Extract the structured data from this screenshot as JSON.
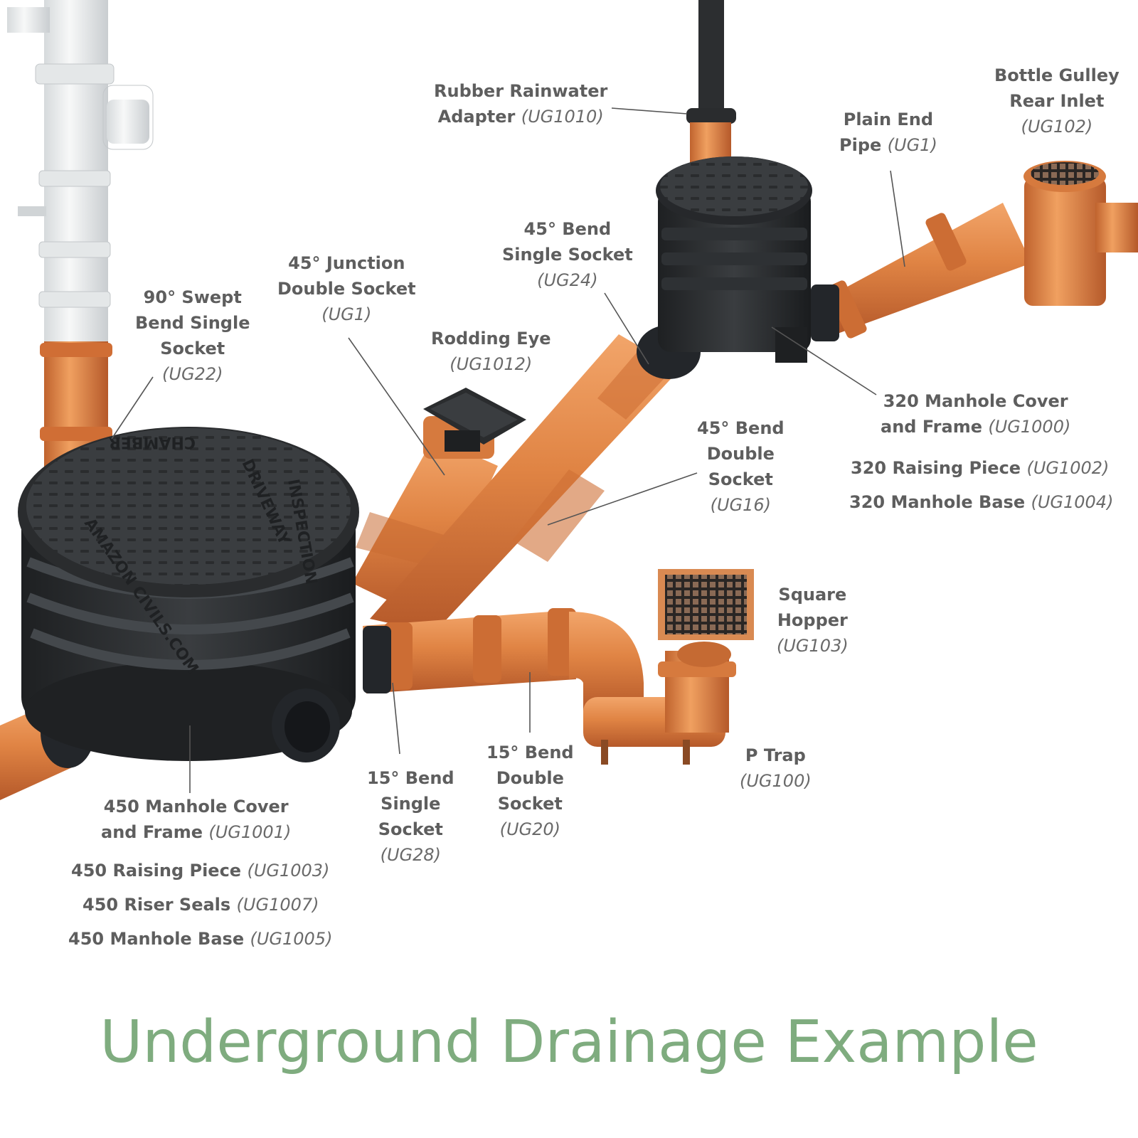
{
  "title": "Underground Drainage Example",
  "colors": {
    "pipe_orange": "#d9783a",
    "pipe_dark": "#b5592a",
    "manhole_black": "#2a2c2e",
    "downpipe_white": "#e8ebec",
    "label_gray": "#5e5e5e",
    "title_green": "#7fac7f"
  },
  "labels": {
    "rainwater_adapter": {
      "lines": [
        "Rubber Rainwater",
        "Adapter"
      ],
      "code": "(UG1010)"
    },
    "bottle_gulley": {
      "lines": [
        "Bottle Gulley",
        "Rear Inlet"
      ],
      "code": "(UG102)"
    },
    "plain_end_pipe": {
      "lines": [
        "Plain End",
        "Pipe"
      ],
      "code": "(UG1)"
    },
    "bend45_single": {
      "lines": [
        "45° Bend",
        "Single Socket"
      ],
      "code": "(UG24)"
    },
    "junction45": {
      "lines": [
        "45° Junction",
        "Double Socket"
      ],
      "code": "(UG1)"
    },
    "swept_bend90": {
      "lines": [
        "90° Swept",
        "Bend Single",
        "Socket"
      ],
      "code": "(UG22)"
    },
    "rodding_eye": {
      "lines": [
        "Rodding Eye"
      ],
      "code": "(UG1012)"
    },
    "manhole320_cover": {
      "lines": [
        "320 Manhole Cover",
        "and Frame"
      ],
      "code": "(UG1000)"
    },
    "raising320": {
      "text": "320 Raising Piece",
      "code": "(UG1002)"
    },
    "base320": {
      "text": "320 Manhole Base",
      "code": "(UG1004)"
    },
    "bend45_double": {
      "lines": [
        "45° Bend",
        "Double",
        "Socket"
      ],
      "code": "(UG16)"
    },
    "square_hopper": {
      "lines": [
        "Square",
        "Hopper"
      ],
      "code": "(UG103)"
    },
    "p_trap": {
      "lines": [
        "P Trap"
      ],
      "code": "(UG100)"
    },
    "bend15_double": {
      "lines": [
        "15° Bend",
        "Double",
        "Socket"
      ],
      "code": "(UG20)"
    },
    "bend15_single": {
      "lines": [
        "15° Bend",
        "Single",
        "Socket"
      ],
      "code": "(UG28)"
    },
    "manhole450_cover": {
      "lines": [
        "450 Manhole Cover",
        "and Frame"
      ],
      "code": "(UG1001)"
    },
    "raising450": {
      "text": "450 Raising Piece",
      "code": "(UG1003)"
    },
    "riser_seals450": {
      "text": "450 Riser Seals",
      "code": "(UG1007)"
    },
    "base450": {
      "text": "450 Manhole Base",
      "code": "(UG1005)"
    }
  },
  "cover_text": {
    "lines": [
      "AMAZON CIVILS.COM",
      "DRIVEWAY",
      "INSPECTION",
      "CHAMBER"
    ]
  }
}
